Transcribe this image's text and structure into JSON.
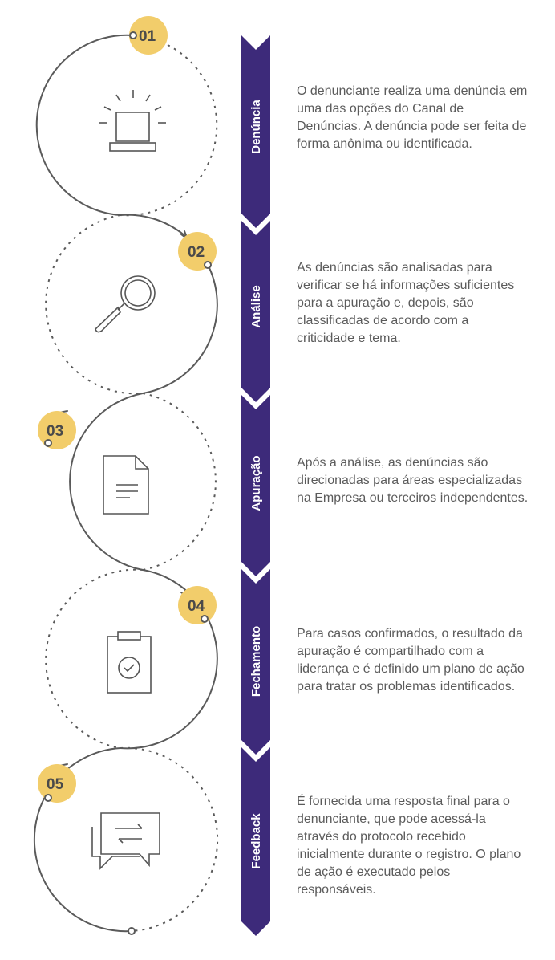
{
  "colors": {
    "band": "#3d2a7a",
    "badge": "#f2cd6b",
    "line": "#5a5a5a",
    "dots": "#666666",
    "icon": "#555555",
    "text": "#5b5b5b"
  },
  "steps": [
    {
      "number": "01",
      "label": "Denúncia",
      "icon": "siren-icon",
      "description": "O denunciante realiza uma denúncia em uma das opções do Canal de Denúncias. A denúncia pode ser feita de forma anônima ou identificada."
    },
    {
      "number": "02",
      "label": "Análise",
      "icon": "magnifier-icon",
      "description": "As denúncias são analisadas para verificar se há informações suficientes para a apuração e, depois, são classificadas de acordo com a criticidade e tema."
    },
    {
      "number": "03",
      "label": "Apuração",
      "icon": "document-icon",
      "description": "Após a análise, as denúncias são direcionadas para áreas especializadas na Empresa ou terceiros independentes."
    },
    {
      "number": "04",
      "label": "Fechamento",
      "icon": "clipboard-check-icon",
      "description": "Para casos confirmados, o resultado da apuração é compartilhado com a liderança e é definido um plano de ação para tratar os problemas identificados."
    },
    {
      "number": "05",
      "label": "Feedback",
      "icon": "chat-exchange-icon",
      "description": "É fornecida uma resposta final para o denunciante, que pode acessá-la através do protocolo recebido inicialmente durante o registro. O plano de ação é executado pelos responsáveis."
    }
  ]
}
